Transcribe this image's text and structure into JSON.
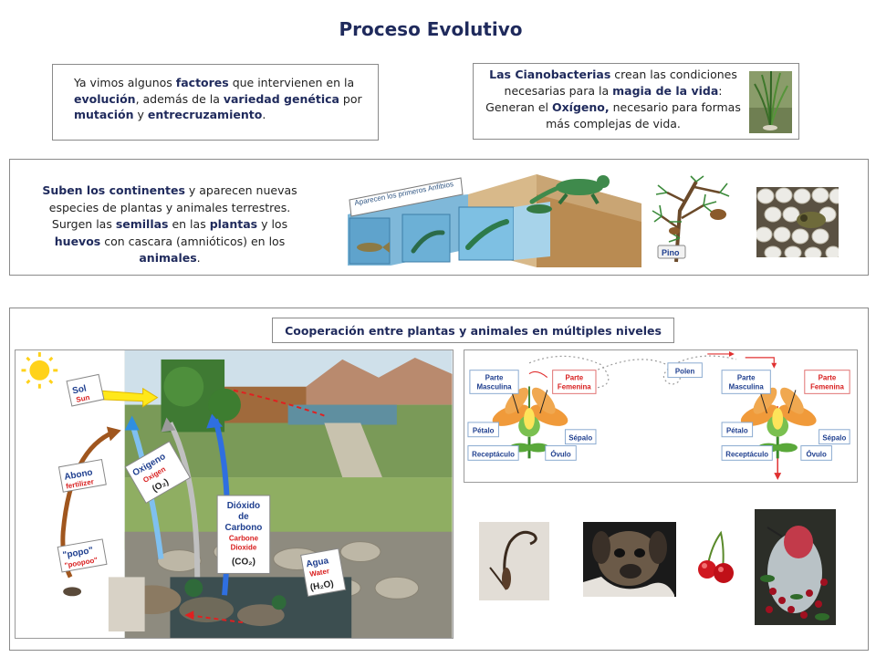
{
  "title": "Proceso Evolutivo",
  "intro": {
    "p1": "Ya vimos algunos ",
    "b1": "factores",
    "p2": " que intervienen en la ",
    "b2": "evolución",
    "p3": ", además de la ",
    "b3": "variedad genética",
    "p4": " por ",
    "b4": "mutación",
    "p5": " y ",
    "b5": "entrecruzamiento",
    "p6": "."
  },
  "ciano": {
    "b1": "Las Cianobacterias",
    "p1": " crean las condiciones necesarias para la ",
    "b2": "magia de la vida",
    "p2": ": Generan el ",
    "b3": "Oxígeno,",
    "p3": " necesario para formas más complejas de vida."
  },
  "continents": {
    "b1": "Suben los continentes",
    "p1": " y aparecen nuevas especies de plantas y animales terrestres. Surgen las ",
    "b2": "semillas",
    "p2": " en las ",
    "b3": "plantas",
    "p3": " y los ",
    "b4": "huevos",
    "p4": " con cascara (amnióticos) en los ",
    "b5": "animales",
    "p5": "."
  },
  "evolution_banner": "Aparecen los primeros Anfibios",
  "pine_label": "Pino",
  "cooperation_heading": "Cooperación entre plantas y animales en múltiples niveles",
  "cycle": {
    "sol": "Sol",
    "sun": "Sun",
    "abono": "Abono",
    "fertilizer": "fertilizer",
    "popo": "\"popo\"",
    "poopoo": "\"poopoo\"",
    "oxigeno": "Oxigeno",
    "oxigen": "Oxigen",
    "o2": "(O₂)",
    "dioxido1": "Dióxido",
    "dioxido2": "de",
    "dioxido3": "Carbono",
    "carbone1": "Carbone",
    "carbone2": "Dioxide",
    "co2": "(CO₂)",
    "agua": "Agua",
    "water": "Water",
    "h2o": "(H₂O)"
  },
  "flower": {
    "polen": "Polen",
    "masculina1": "Parte",
    "masculina2": "Masculina",
    "femenina1": "Parte",
    "femenina2": "Femenina",
    "petalo": "Pétalo",
    "sepalo": "Sépalo",
    "receptaculo": "Receptáculo",
    "ovulo": "Óvulo"
  },
  "colors": {
    "title": "#1f2a5c",
    "label_blue": "#1f3f8f",
    "label_red": "#d81e1e",
    "cycle_border": "#9a9a9a"
  }
}
